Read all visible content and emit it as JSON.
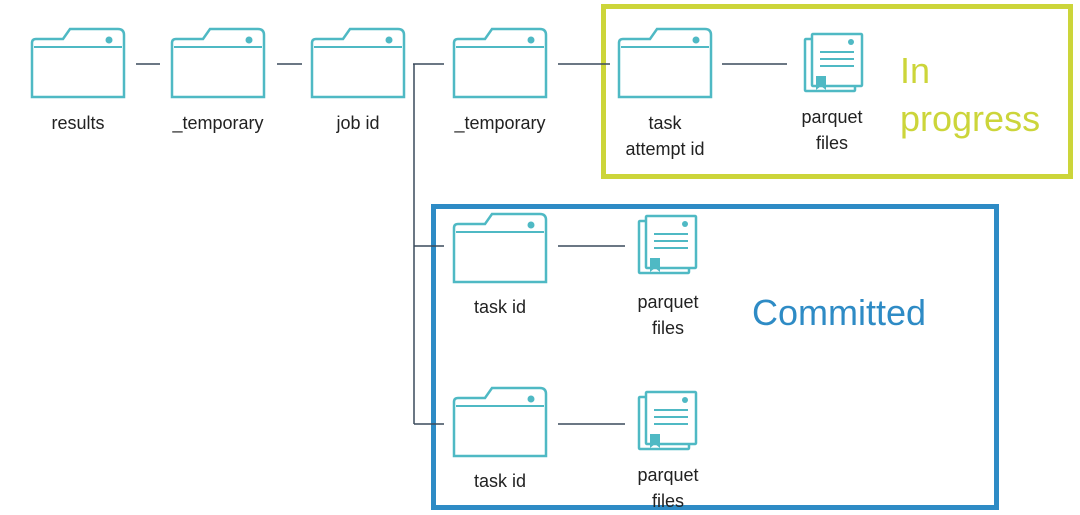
{
  "colors": {
    "folder": "#4FB9C4",
    "file": "#4FB9C4",
    "connector": "#3A4A5C",
    "in_progress": "#CCD53A",
    "committed": "#2E8BC5",
    "text": "#222222"
  },
  "labels": {
    "results": "results",
    "temporary_1": "_temporary",
    "job_id": "job id",
    "temporary_2": "_temporary",
    "task_attempt_id_line1": "task",
    "task_attempt_id_line2": "attempt id",
    "parquet_files_top_line1": "parquet",
    "parquet_files_top_line2": "files",
    "task_id_1": "task id",
    "parquet_files_mid_line1": "parquet",
    "parquet_files_mid_line2": "files",
    "task_id_2": "task id",
    "parquet_files_bottom_line1": "parquet",
    "parquet_files_bottom_line2": "files"
  },
  "regions": {
    "in_progress_line1": "In",
    "in_progress_line2": "progress",
    "committed": "Committed"
  },
  "icons": {
    "folder": "folder-icon",
    "file": "parquet-file-icon"
  }
}
